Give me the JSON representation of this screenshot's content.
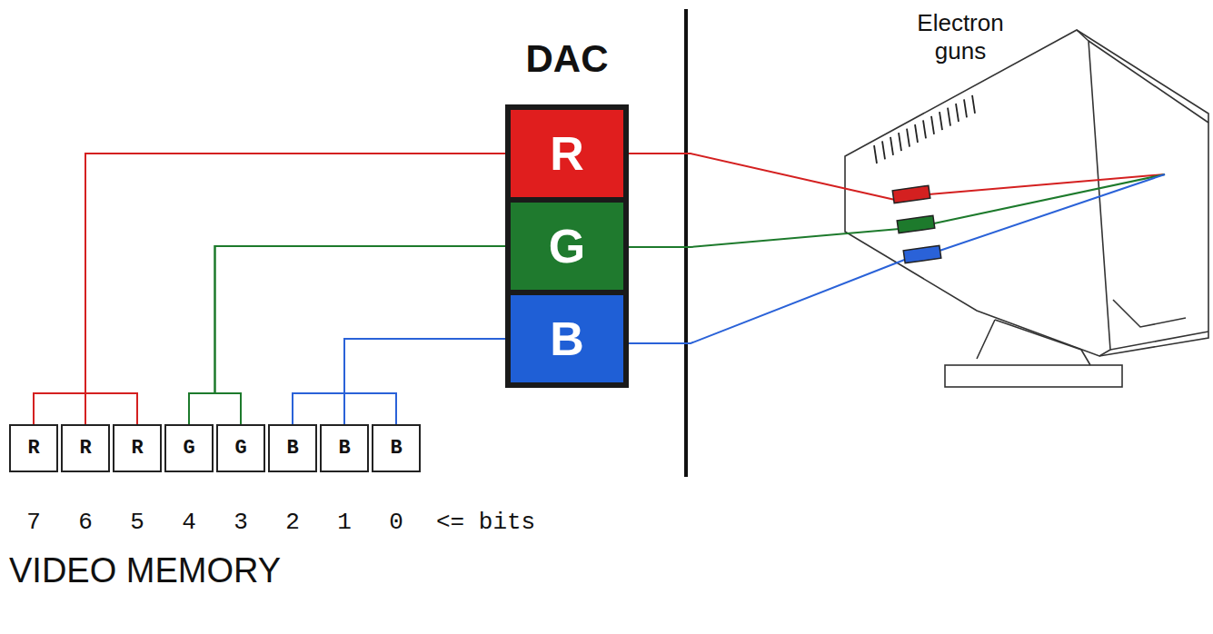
{
  "diagram": {
    "nodes": [
      {
        "text": [
          "R"
        ]
      },
      {
        "text": [
          "R"
        ]
      },
      {
        "text": [
          "R"
        ]
      },
      {
        "text": [
          "G"
        ]
      },
      {
        "text": [
          "G"
        ]
      },
      {
        "text": [
          "B"
        ]
      },
      {
        "text": [
          "B"
        ]
      },
      {
        "text": [
          "B"
        ]
      },
      {
        "text": [
          "DAC"
        ]
      },
      {
        "text": [
          "R"
        ],
        "in": 8
      },
      {
        "text": [
          "G"
        ],
        "in": 8
      },
      {
        "text": [
          "B"
        ],
        "in": 8
      }
    ],
    "edges": [
      {
        "from": 0,
        "to": 9,
        "arrow": "none"
      },
      {
        "from": 1,
        "to": 9,
        "arrow": "none"
      },
      {
        "from": 2,
        "to": 9,
        "arrow": "none"
      },
      {
        "from": 3,
        "to": 10,
        "arrow": "none"
      },
      {
        "from": 4,
        "to": 10,
        "arrow": "none"
      },
      {
        "from": 5,
        "to": 11,
        "arrow": "none"
      },
      {
        "from": 6,
        "to": 11,
        "arrow": "none"
      },
      {
        "from": 7,
        "to": 11,
        "arrow": "none"
      }
    ],
    "labels": [
      "7",
      "6",
      "5",
      "4",
      "3",
      "2",
      "1",
      "0",
      "<= bits",
      "VIDEO MEMORY",
      "Electron guns"
    ]
  }
}
